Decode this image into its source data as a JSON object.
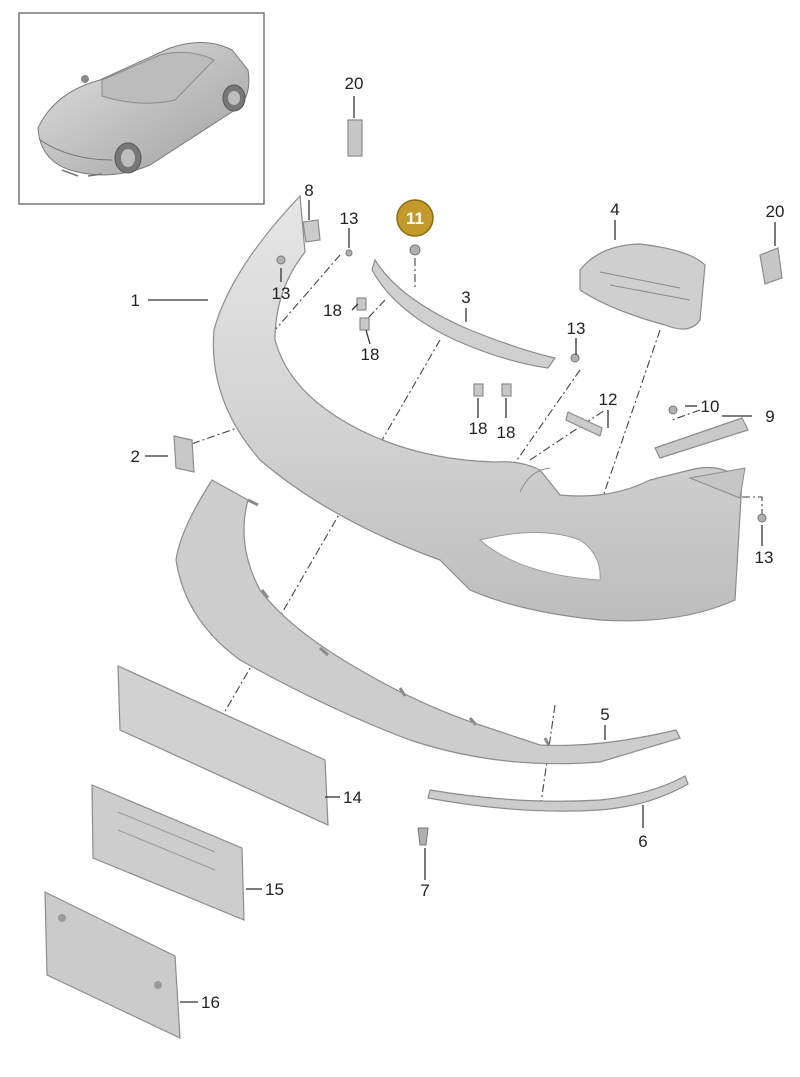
{
  "diagram": {
    "highlight_color": "#c29a2c",
    "part_color": "#d2d2d2",
    "labels": [
      {
        "id": "p1",
        "text": "1"
      },
      {
        "id": "p2",
        "text": "2"
      },
      {
        "id": "p3",
        "text": "3"
      },
      {
        "id": "p4",
        "text": "4"
      },
      {
        "id": "p5",
        "text": "5"
      },
      {
        "id": "p6",
        "text": "6"
      },
      {
        "id": "p7",
        "text": "7"
      },
      {
        "id": "p8",
        "text": "8"
      },
      {
        "id": "p9",
        "text": "9"
      },
      {
        "id": "p10",
        "text": "10"
      },
      {
        "id": "p11",
        "text": "11",
        "highlighted": true
      },
      {
        "id": "p12",
        "text": "12"
      },
      {
        "id": "p13a",
        "text": "13"
      },
      {
        "id": "p13b",
        "text": "13"
      },
      {
        "id": "p13c",
        "text": "13"
      },
      {
        "id": "p13d",
        "text": "13"
      },
      {
        "id": "p14",
        "text": "14"
      },
      {
        "id": "p15",
        "text": "15"
      },
      {
        "id": "p16",
        "text": "16"
      },
      {
        "id": "p18a",
        "text": "18"
      },
      {
        "id": "p18b",
        "text": "18"
      },
      {
        "id": "p18c",
        "text": "18"
      },
      {
        "id": "p18d",
        "text": "18"
      },
      {
        "id": "p20a",
        "text": "20"
      },
      {
        "id": "p20b",
        "text": "20"
      }
    ]
  }
}
